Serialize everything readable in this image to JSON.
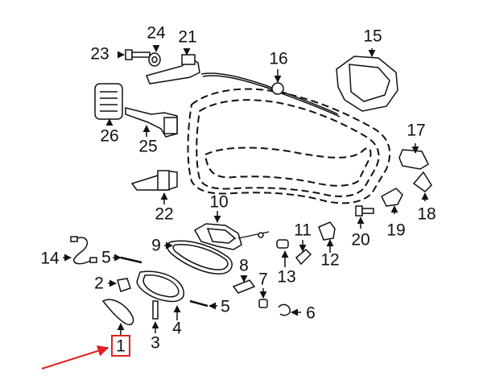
{
  "diagram": {
    "callouts": [
      {
        "id": "c23",
        "text": "23"
      },
      {
        "id": "c24",
        "text": "24"
      },
      {
        "id": "c21",
        "text": "21"
      },
      {
        "id": "c16",
        "text": "16"
      },
      {
        "id": "c15",
        "text": "15"
      },
      {
        "id": "c26",
        "text": "26"
      },
      {
        "id": "c25",
        "text": "25"
      },
      {
        "id": "c17",
        "text": "17"
      },
      {
        "id": "c22",
        "text": "22"
      },
      {
        "id": "c10",
        "text": "10"
      },
      {
        "id": "c18",
        "text": "18"
      },
      {
        "id": "c19",
        "text": "19"
      },
      {
        "id": "c20",
        "text": "20"
      },
      {
        "id": "c11",
        "text": "11"
      },
      {
        "id": "c12",
        "text": "12"
      },
      {
        "id": "c14",
        "text": "14"
      },
      {
        "id": "c5a",
        "text": "5"
      },
      {
        "id": "c9",
        "text": "9"
      },
      {
        "id": "c8",
        "text": "8"
      },
      {
        "id": "c13",
        "text": "13"
      },
      {
        "id": "c2",
        "text": "2"
      },
      {
        "id": "c7",
        "text": "7"
      },
      {
        "id": "c5b",
        "text": "5"
      },
      {
        "id": "c6",
        "text": "6"
      },
      {
        "id": "c4",
        "text": "4"
      },
      {
        "id": "c3",
        "text": "3"
      },
      {
        "id": "c1",
        "text": "1"
      }
    ],
    "highlight_color": "#e02020",
    "line_color": "#111111"
  }
}
